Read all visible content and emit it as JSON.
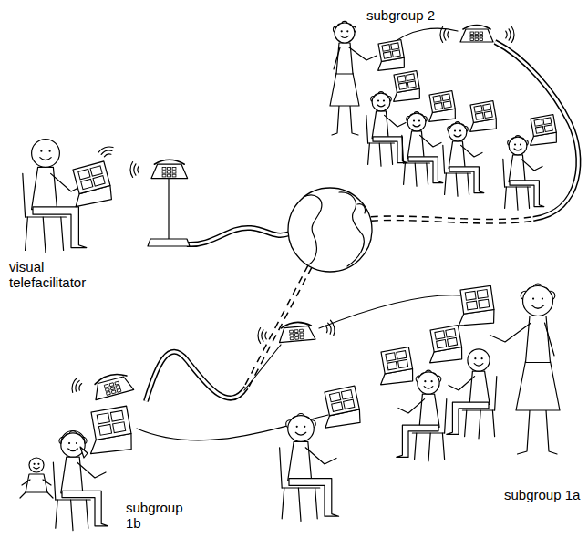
{
  "diagram": {
    "labels": [
      "subgroup 2",
      "visual telefacilitator",
      "subgroup 1a",
      "subgroup 1b"
    ]
  }
}
